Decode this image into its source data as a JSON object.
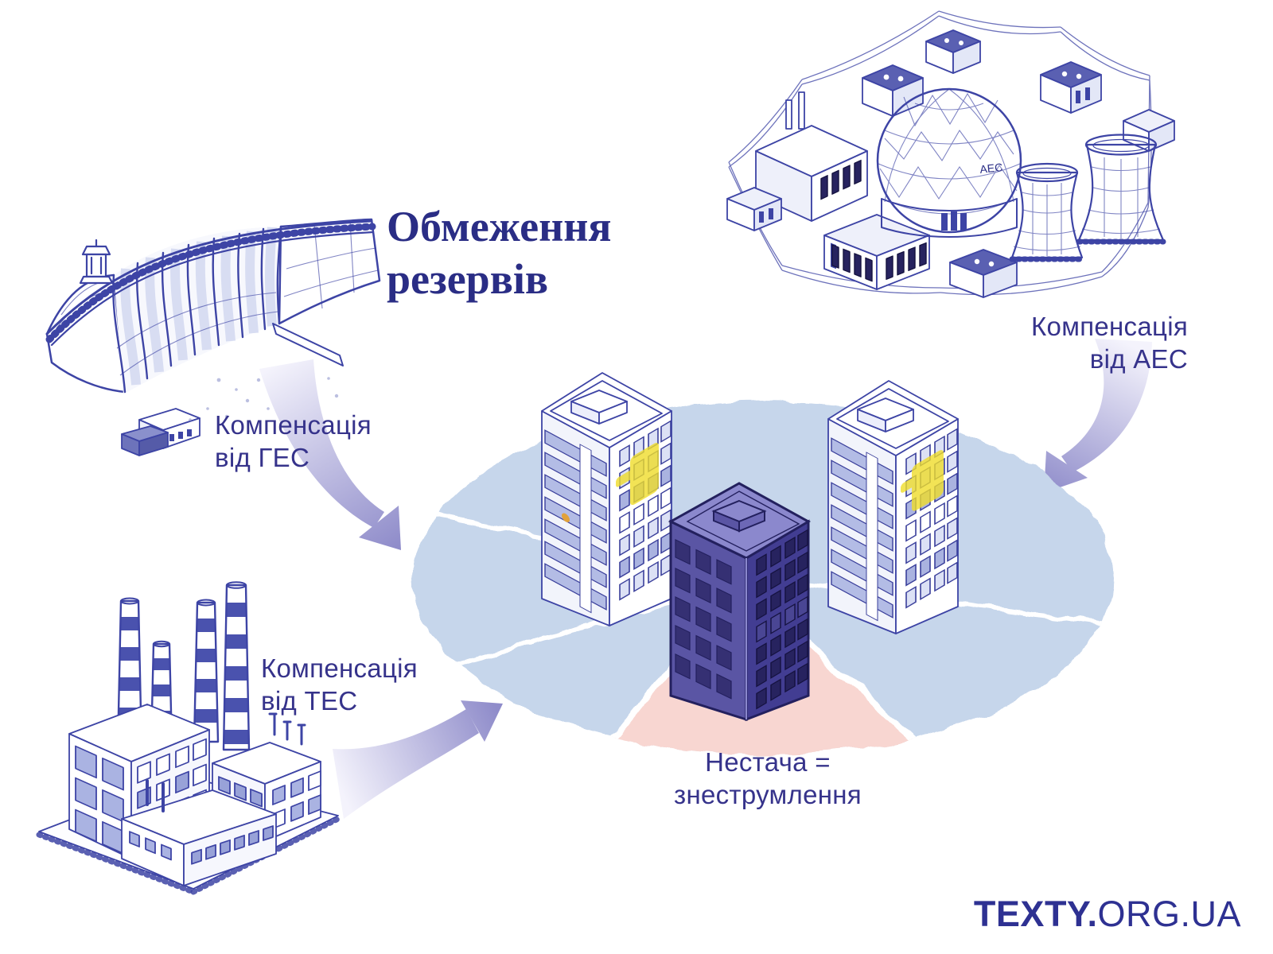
{
  "title": {
    "line1": "Обмеження",
    "line2": "резервів"
  },
  "labels": {
    "hpp": {
      "line1": "Компенсація",
      "line2": "від ГЕС"
    },
    "npp": {
      "line1": "Компенсація",
      "line2": "від АЕС"
    },
    "tpp": {
      "line1": "Компенсація",
      "line2": "від ТЕС"
    },
    "shortage": {
      "line1": "Нестача =",
      "line2": "знеструмлення"
    }
  },
  "npp_dome_label": "АЕС",
  "logo": {
    "bold": "TEXTY.",
    "regular": "ORG.UA"
  },
  "illustrations": {
    "dam": "hand-drawn hydroelectric dam (ГЕС)",
    "npp": "hand-drawn nuclear plant with dome, cooling towers and pylons (АЕС)",
    "tpp": "hand-drawn thermal plant with striped chimneys (ТЕС)",
    "city": "three apartment towers on blue disc, dark tower on pink outage sector"
  },
  "colors": {
    "ink": "#3d44a5",
    "title_text": "#2a2d85",
    "label_text": "#36338b",
    "disc_blue": "#c6d6eb",
    "outage_pink": "#f8d6d1",
    "highlight_yellow": "#efdd2b",
    "arrow_light": "#f4f3fc",
    "arrow_dark": "#8f8cca",
    "logo_text": "#2e3192"
  }
}
